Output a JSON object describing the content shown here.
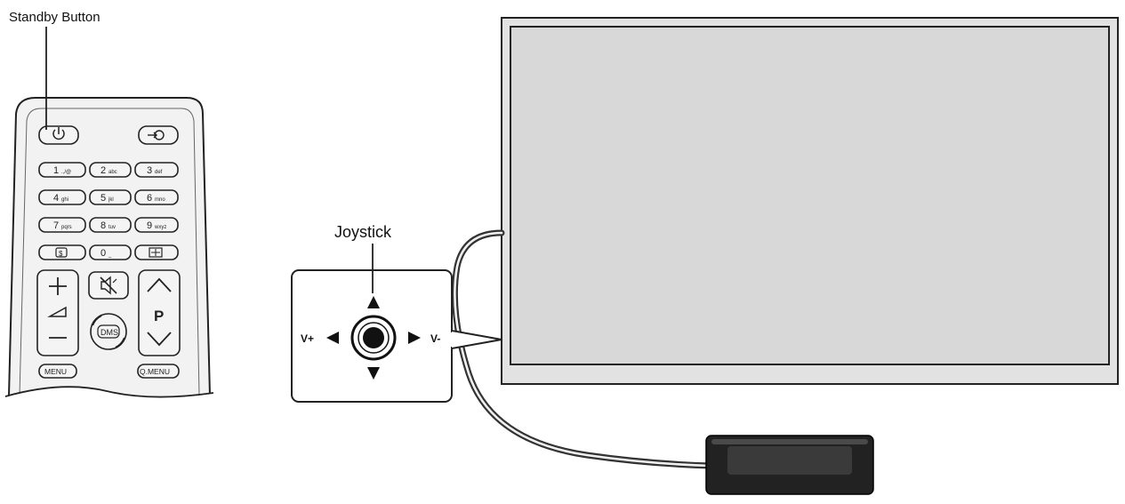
{
  "labels": {
    "standby": "Standby Button",
    "joystick": "Joystick",
    "v_plus": "V+",
    "v_minus": "V-"
  },
  "remote": {
    "number_keys": [
      "1",
      "2",
      "3",
      "4",
      "5",
      "6",
      "7",
      "8",
      "9",
      "0"
    ],
    "key_sublabels": [
      ".,/@",
      "abc",
      "def",
      "ghi",
      "jkl",
      "mno",
      "pqrs",
      "tuv",
      "wxyz",
      "_"
    ],
    "p_label": "P",
    "dms_label": "DMS",
    "menu_label": "MENU",
    "qmenu_label": "Q.MENU"
  }
}
